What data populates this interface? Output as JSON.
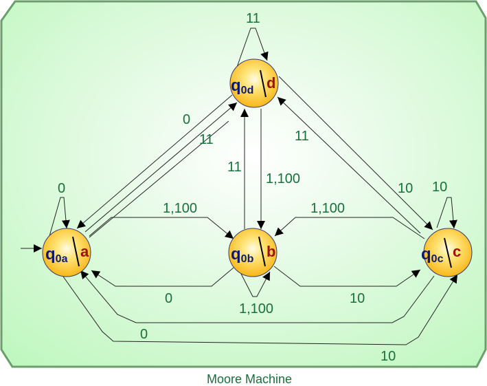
{
  "caption": "Moore Machine",
  "colors": {
    "frame_border": "#6a9e6a",
    "frame_fill": "#ccffcc",
    "label": "#17703a",
    "state_name": "#0d1a75",
    "state_output": "#a01010",
    "node_fill": "#ffc52e"
  },
  "states": [
    {
      "id": "a",
      "name": "q",
      "sub": "0a",
      "output": "a",
      "initial": true
    },
    {
      "id": "b",
      "name": "q",
      "sub": "0b",
      "output": "b"
    },
    {
      "id": "c",
      "name": "q",
      "sub": "0c",
      "output": "c"
    },
    {
      "id": "d",
      "name": "q",
      "sub": "0d",
      "output": "d"
    }
  ],
  "edges": {
    "a_a": "0",
    "d_d": "11",
    "c_c": "10",
    "b_b": "1,100",
    "d_a": "0",
    "a_d": "11",
    "a_b": "1,100",
    "b_a": "0",
    "b_d": "11",
    "d_b": "1,100",
    "c_d": "11",
    "d_c": "10",
    "c_b": "1,100",
    "b_c": "10",
    "c_a": "0",
    "a_c": "10"
  }
}
